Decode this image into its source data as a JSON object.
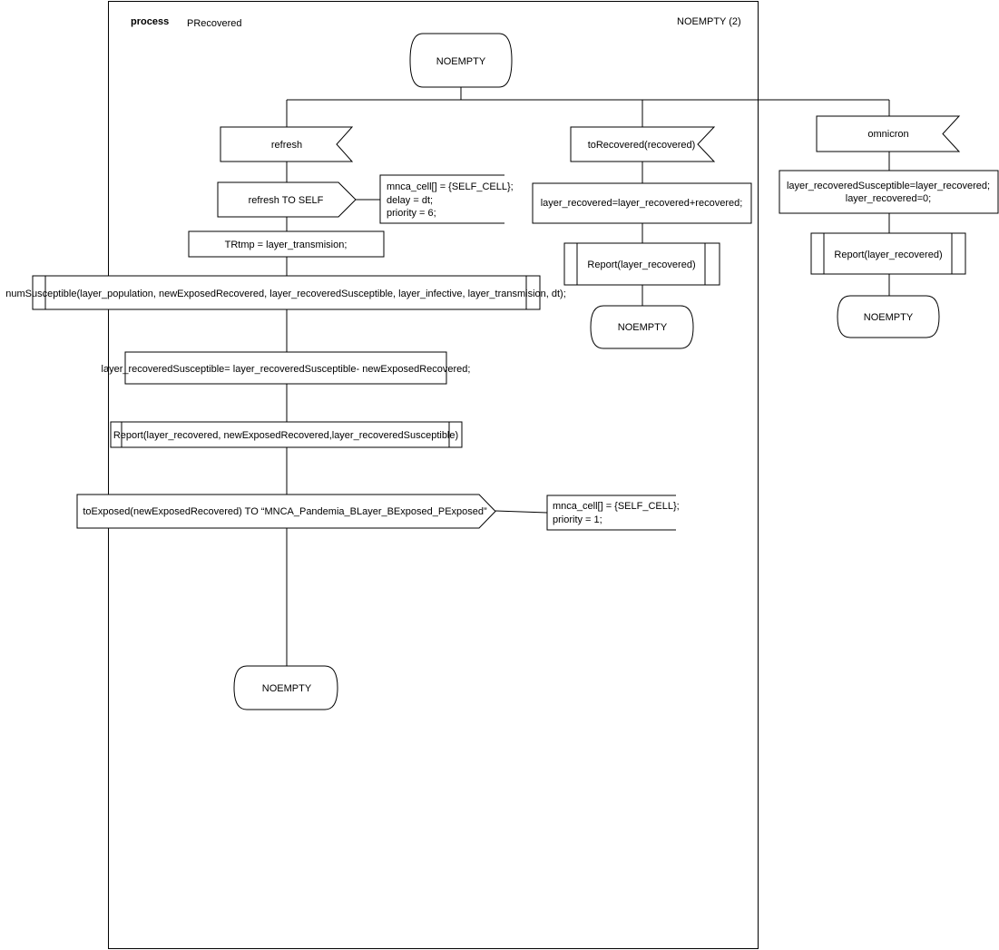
{
  "header": {
    "keyword": "process",
    "name": "PRecovered",
    "page_label": "NOEMPTY (2)"
  },
  "start_state": {
    "label": "NOEMPTY"
  },
  "branch_refresh": {
    "input_signal": "refresh",
    "output_signal": "refresh TO SELF",
    "output_comment": [
      "mnca_cell[] = {SELF_CELL};",
      "delay = dt;",
      "priority = 6;"
    ],
    "task_tr": "TRtmp  = layer_transmision;",
    "call_num_susceptible": "numSusceptible(layer_population, newExposedRecovered, layer_recoveredSusceptible, layer_infective, layer_transmision, dt);",
    "task_update": "layer_recoveredSusceptible= layer_recoveredSusceptible- newExposedRecovered;",
    "call_report": "Report(layer_recovered, newExposedRecovered,layer_recoveredSusceptible)",
    "output_exposed": "toExposed(newExposedRecovered) TO “MNCA_Pandemia_BLayer_BExposed_PExposed”",
    "exposed_comment": [
      "mnca_cell[] = {SELF_CELL};",
      "priority = 1;"
    ],
    "next_state": "NOEMPTY"
  },
  "branch_to_recovered": {
    "input_signal": "toRecovered(recovered)",
    "task": "layer_recovered=layer_recovered+recovered;",
    "call_report": "Report(layer_recovered)",
    "next_state": "NOEMPTY"
  },
  "branch_omnicron": {
    "input_signal": "omnicron",
    "task_lines": [
      "layer_recoveredSusceptible=layer_recovered;",
      "layer_recovered=0;"
    ],
    "call_report": "Report(layer_recovered)",
    "next_state": "NOEMPTY"
  }
}
